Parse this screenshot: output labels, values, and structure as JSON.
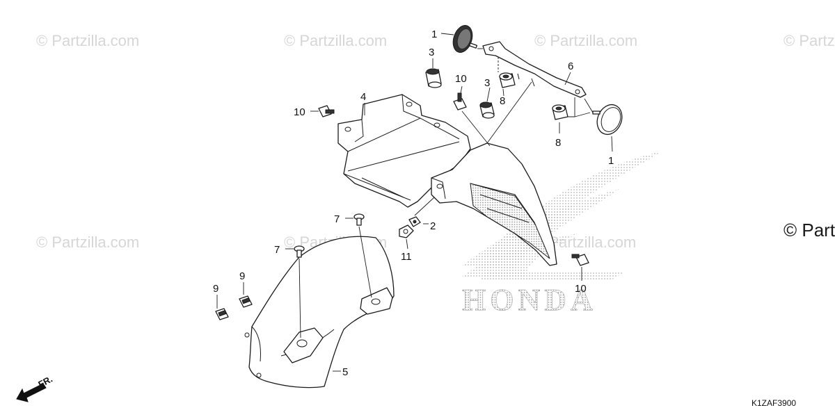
{
  "watermarks": {
    "text": "© Partzilla.com",
    "edge_text": "© Partzilla.com",
    "edge_text_large": "© Partz"
  },
  "logo": {
    "brand": "HONDA",
    "pattern_color": "#b9b9b9"
  },
  "callouts": [
    {
      "id": "c1a",
      "label": "1"
    },
    {
      "id": "c1b",
      "label": "1"
    },
    {
      "id": "c2",
      "label": "2"
    },
    {
      "id": "c3a",
      "label": "3"
    },
    {
      "id": "c3b",
      "label": "3"
    },
    {
      "id": "c4",
      "label": "4"
    },
    {
      "id": "c5",
      "label": "5"
    },
    {
      "id": "c6",
      "label": "6"
    },
    {
      "id": "c7a",
      "label": "7"
    },
    {
      "id": "c7b",
      "label": "7"
    },
    {
      "id": "c8a",
      "label": "8"
    },
    {
      "id": "c8b",
      "label": "8"
    },
    {
      "id": "c9a",
      "label": "9"
    },
    {
      "id": "c9b",
      "label": "9"
    },
    {
      "id": "c10a",
      "label": "10"
    },
    {
      "id": "c10b",
      "label": "10"
    },
    {
      "id": "c10c",
      "label": "10"
    },
    {
      "id": "c11",
      "label": "11"
    }
  ],
  "direction_arrow": {
    "label": "FR."
  },
  "diagram_code": "K1ZAF3900",
  "colors": {
    "line": "#1a1a1a",
    "watermark": "#d6d6d6"
  }
}
